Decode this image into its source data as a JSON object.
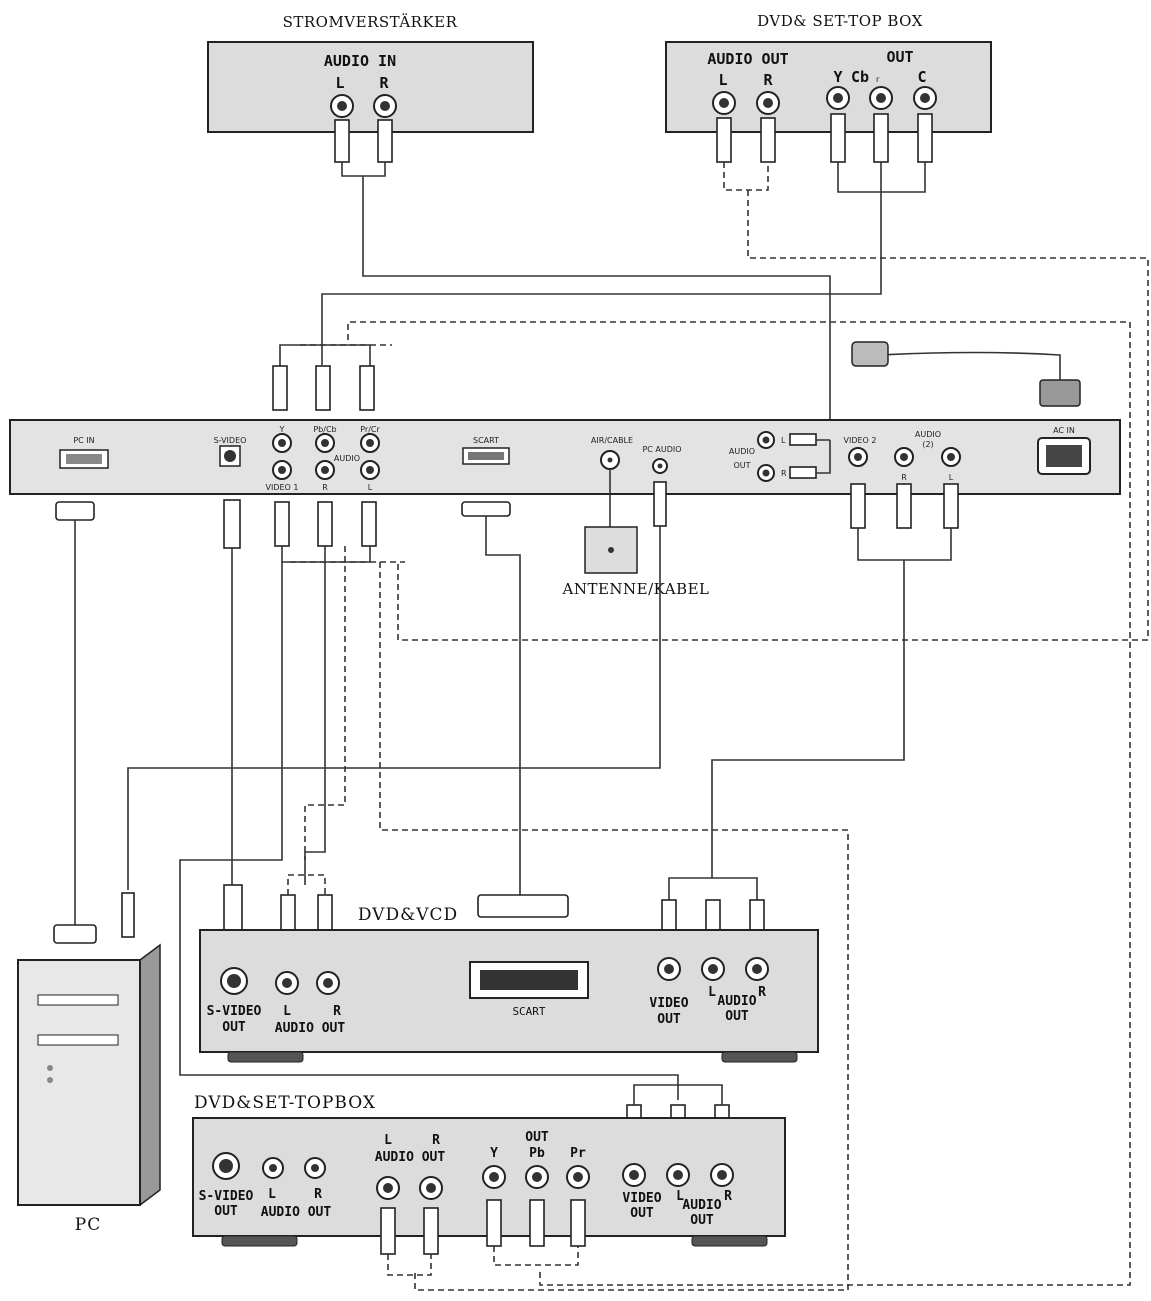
{
  "devices": {
    "amplifier": {
      "title": "STROMVERSTÄRKER",
      "audio_in": "AUDIO  IN",
      "l": "L",
      "r": "R"
    },
    "dvd_stb_top": {
      "title": "DVD&  SET-TOP BOX",
      "audio_out": "AUDIO OUT",
      "l": "L",
      "r": "R",
      "out": "OUT",
      "y": "Y",
      "cb": "Cb",
      "cb_sub": "r",
      "c": "C"
    },
    "dvd_vcd": {
      "title": "DVD&VCD",
      "svideo_out_1": "S-VIDEO",
      "svideo_out_2": "OUT",
      "l": "L",
      "r": "R",
      "audio_out": "AUDIO  OUT",
      "scart": "SCART",
      "video_out_1": "VIDEO",
      "video_out_2": "OUT",
      "l2": "L",
      "r2": "R",
      "audio2_1": "AUDIO",
      "audio2_2": "OUT"
    },
    "dvd_stb_bottom": {
      "title": "DVD&SET-TOPBOX",
      "svideo_out_1": "S-VIDEO",
      "svideo_out_2": "OUT",
      "l": "L",
      "r": "R",
      "audio_out": "AUDIO  OUT",
      "l_top": "L",
      "r_top": "R",
      "audio_out_top": "AUDIO  OUT",
      "out": "OUT",
      "y": "Y",
      "pb": "Pb",
      "pr": "Pr",
      "video_out_1": "VIDEO",
      "video_out_2": "OUT",
      "l2": "L",
      "r2": "R",
      "audio2_1": "AUDIO",
      "audio2_2": "OUT"
    },
    "pc": {
      "title": "PC"
    },
    "antenna": {
      "title": "ANTENNE/KABEL"
    }
  },
  "tv_panel": {
    "pc_in": "PC IN",
    "s_video": "S-VIDEO",
    "y": "Y",
    "pb_cb": "Pb/Cb",
    "pr_cr": "Pr/Cr",
    "video1": "VIDEO 1",
    "r": "R",
    "l": "L",
    "audio": "AUDIO",
    "scart": "SCART",
    "air_cable": "AIR/CABLE",
    "pc_audio": "PC AUDIO",
    "audio_out_1": "AUDIO",
    "audio_out_2": "OUT",
    "l_mark": "L",
    "r_mark": "R",
    "video2": "VIDEO 2",
    "audio2": "AUDIO",
    "audio2_num": "(2)",
    "r2": "R",
    "l2": "L",
    "ac_in": "AC IN"
  }
}
